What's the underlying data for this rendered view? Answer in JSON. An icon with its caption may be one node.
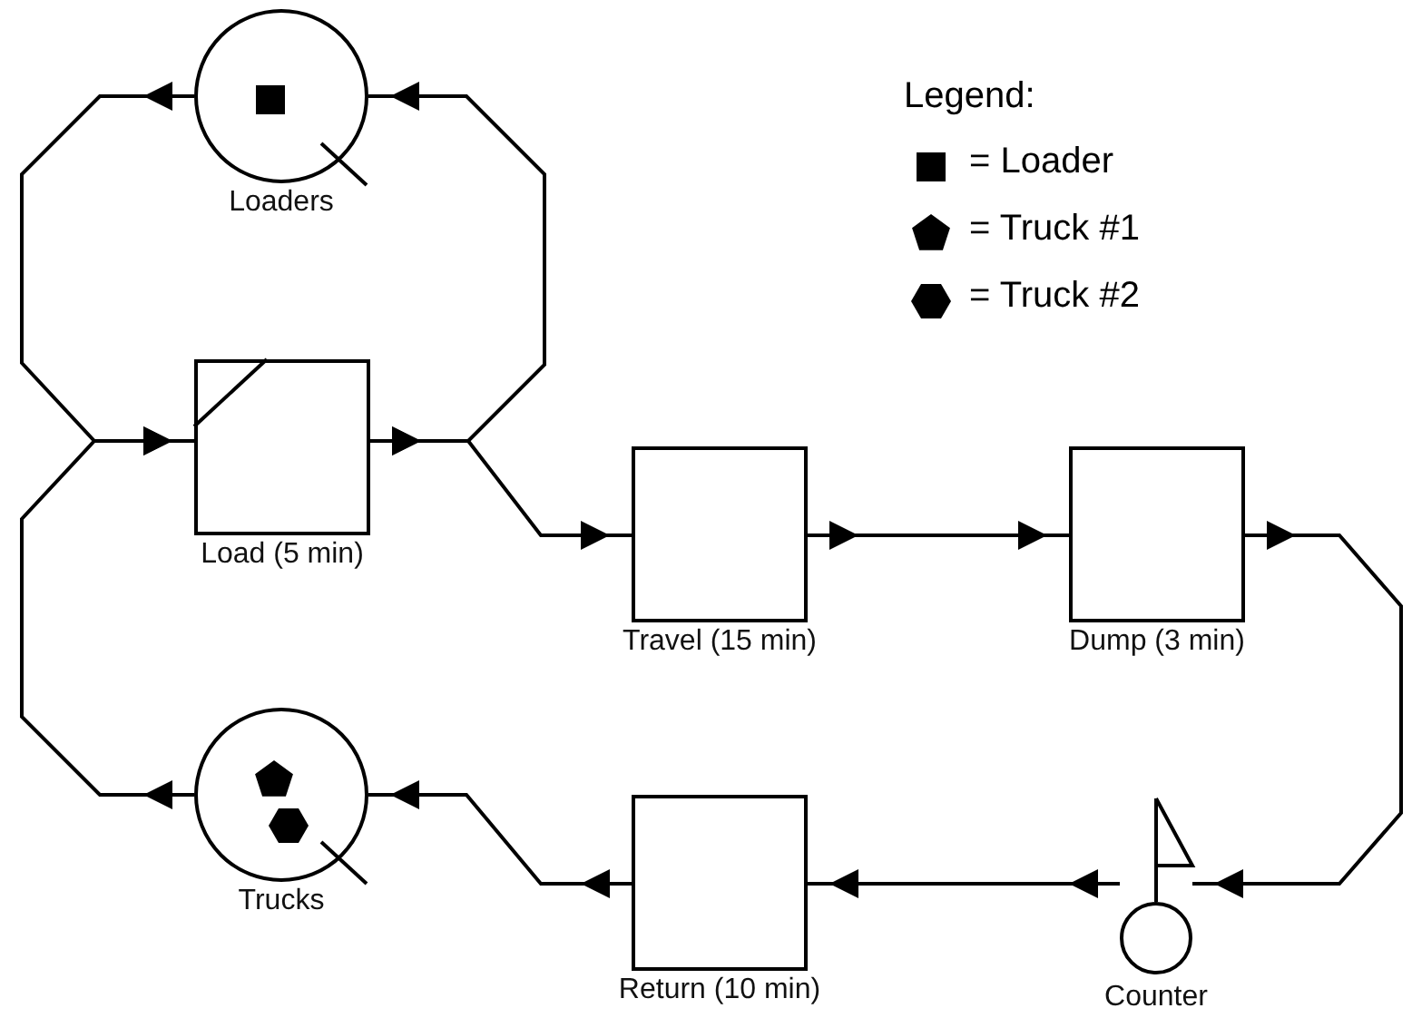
{
  "diagram": {
    "nodes": [
      {
        "text": [
          "Loaders"
        ]
      },
      {
        "text": [
          "Load (5 min)"
        ]
      },
      {
        "text": [
          "Travel (15 min)"
        ]
      },
      {
        "text": [
          "Dump (3 min)"
        ]
      },
      {
        "text": [
          "Trucks"
        ]
      },
      {
        "text": [
          "Return (10 min)"
        ]
      },
      {
        "text": [
          "Counter"
        ]
      }
    ],
    "edges": [
      {
        "from": 0,
        "to": 1,
        "arrow": "to"
      },
      {
        "from": 4,
        "to": 1,
        "arrow": "to"
      },
      {
        "from": 1,
        "to": 0,
        "arrow": "to"
      },
      {
        "from": 1,
        "to": 2,
        "arrow": "to"
      },
      {
        "from": 2,
        "to": 3,
        "arrow": "to"
      },
      {
        "from": 3,
        "to": 6,
        "arrow": "to"
      },
      {
        "from": 6,
        "to": 5,
        "arrow": "to"
      },
      {
        "from": 5,
        "to": 4,
        "arrow": "to"
      }
    ],
    "labels": [
      "Legend:"
    ],
    "legend": [
      {
        "text": "= Loader"
      },
      {
        "text": "= Truck #1"
      },
      {
        "text": "= Truck #2"
      }
    ]
  }
}
